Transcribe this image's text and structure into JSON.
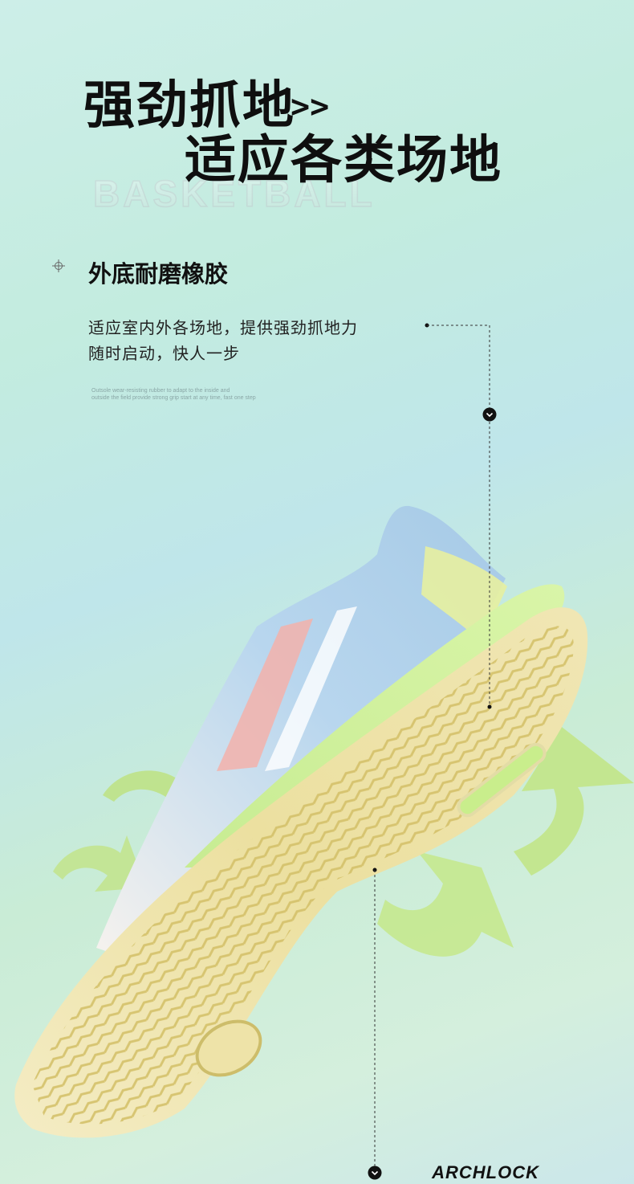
{
  "headline": {
    "line1": "强劲抓地",
    "arrow": ">>",
    "line2": "适应各类场地",
    "background_word": "BASKETBALL"
  },
  "feature": {
    "title": "外底耐磨橡胶",
    "description_line1": "适应室内外各场地，提供强劲抓地力",
    "description_line2": "随时启动，快人一步",
    "english_line1": "Outsole wear-resisting rubber to adapt to the inside and",
    "english_line2": "outside the field provide strong grip start at any time, fast one step"
  },
  "brand": {
    "logo_text": "ARCHLOCK"
  },
  "icons": {
    "target": "crosshair-icon",
    "callout_markers": "chevron-down-circle-icon"
  },
  "colors": {
    "headline": "#0f0f0f",
    "accent_green": "#b6e07e",
    "sole_yellow": "#f1e6a6",
    "upper_blue": "#a9cfe8",
    "upper_pink": "#f2a7a0"
  }
}
